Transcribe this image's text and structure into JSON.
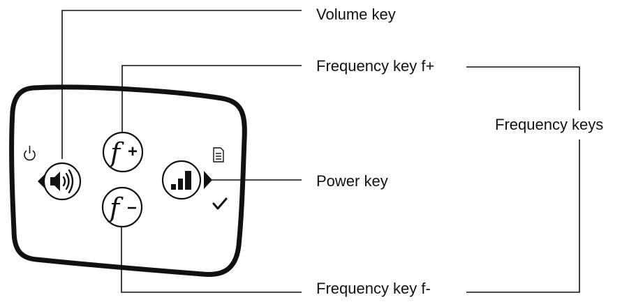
{
  "labels": {
    "volume_key": "Volume key",
    "frequency_key_plus": "Frequency key f+",
    "power_key": "Power key",
    "frequency_key_minus": "Frequency key f-",
    "frequency_keys": "Frequency keys"
  },
  "device": {
    "keys": {
      "volume": {
        "icon": "speaker-icon"
      },
      "frequency_plus": {
        "glyph": "f",
        "sign": "+"
      },
      "frequency_minus": {
        "glyph": "f",
        "sign": "−"
      },
      "power": {
        "icon": "signal-bars-icon"
      }
    },
    "indicators": {
      "power_symbol": {
        "icon": "power-icon"
      },
      "document_symbol": {
        "icon": "document-icon"
      },
      "check_symbol": {
        "icon": "check-icon"
      }
    }
  },
  "colors": {
    "stroke": "#111111",
    "background": "#ffffff"
  }
}
